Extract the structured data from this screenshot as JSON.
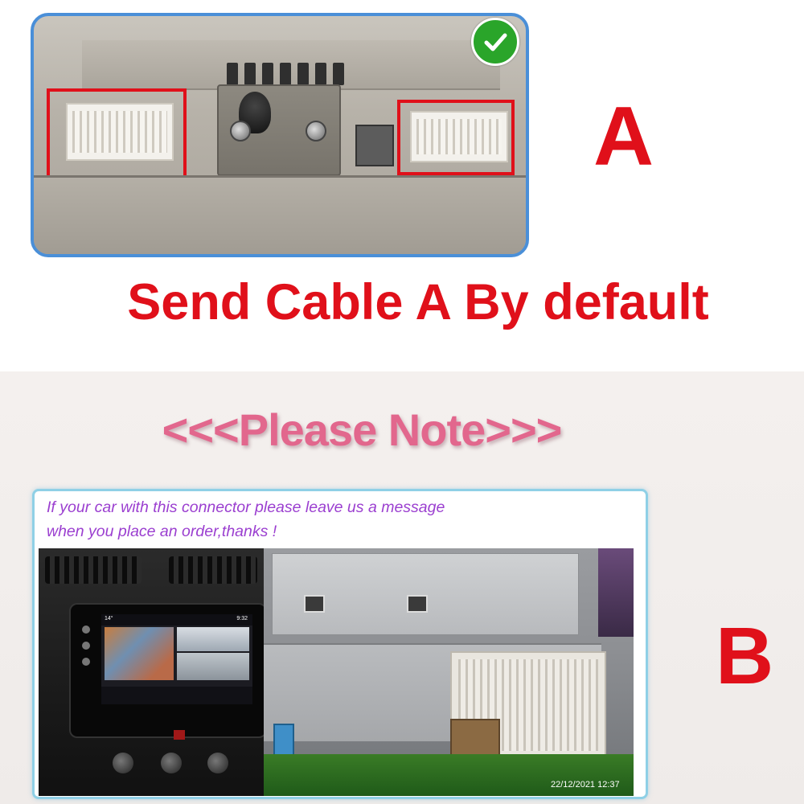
{
  "section_a": {
    "letter": "A",
    "caption": "Send Cable A By default",
    "check_icon": "check-circle-icon",
    "colors": {
      "accent_red": "#e0101a",
      "check_green": "#2aa52a",
      "frame_blue": "#4a8fd8"
    }
  },
  "section_b": {
    "letter": "B",
    "title": "<<<Please Note>>>",
    "note_line_1": "If your car with this connector please leave us a message",
    "note_line_2": "when you place an order,thanks !",
    "timestamp": "22/12/2021  12:37",
    "screen_time": "9:32",
    "screen_temp": "14°",
    "colors": {
      "title_pink": "#e2678d",
      "note_purple": "#9b3fd0",
      "frame_cyan": "#8fd0e6"
    }
  }
}
